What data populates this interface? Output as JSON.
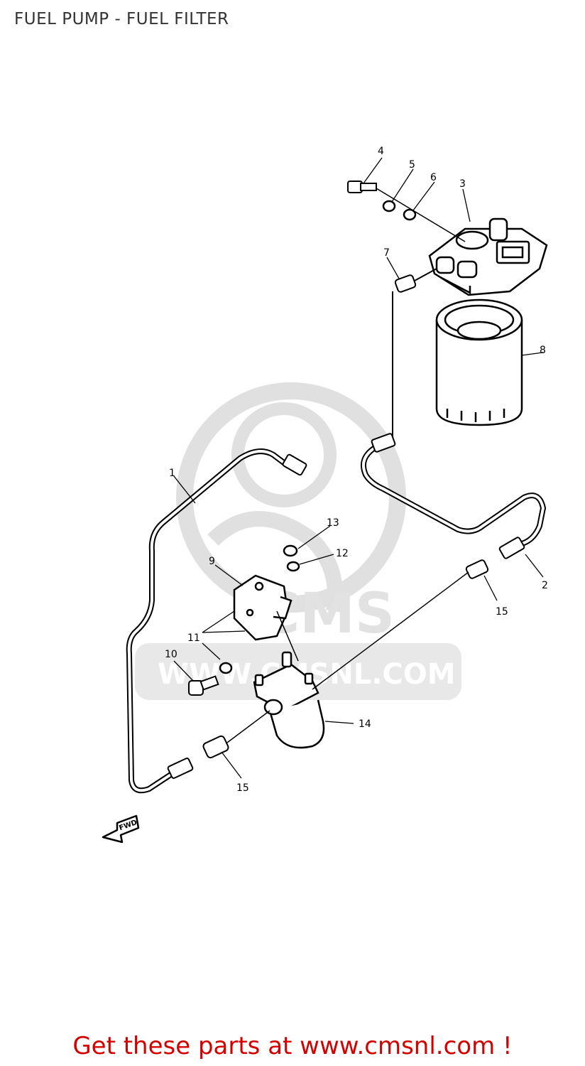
{
  "title": "FUEL PUMP - FUEL FILTER",
  "footer": "Get these parts at www.cmsnl.com !",
  "watermark": {
    "logo": "CMS",
    "url": "WWW.CMSNL.COM"
  },
  "fwd_label": "FWD",
  "callouts": {
    "c1": "1",
    "c2": "2",
    "c3": "3",
    "c4": "4",
    "c5": "5",
    "c6": "6",
    "c7": "7",
    "c8": "8",
    "c9": "9",
    "c10": "10",
    "c11": "11",
    "c12": "12",
    "c13": "13",
    "c14": "14",
    "c15a": "15",
    "c15b": "15"
  },
  "colors": {
    "footer": "#d40000",
    "title": "#333333",
    "watermark": "#e2e2e2"
  }
}
